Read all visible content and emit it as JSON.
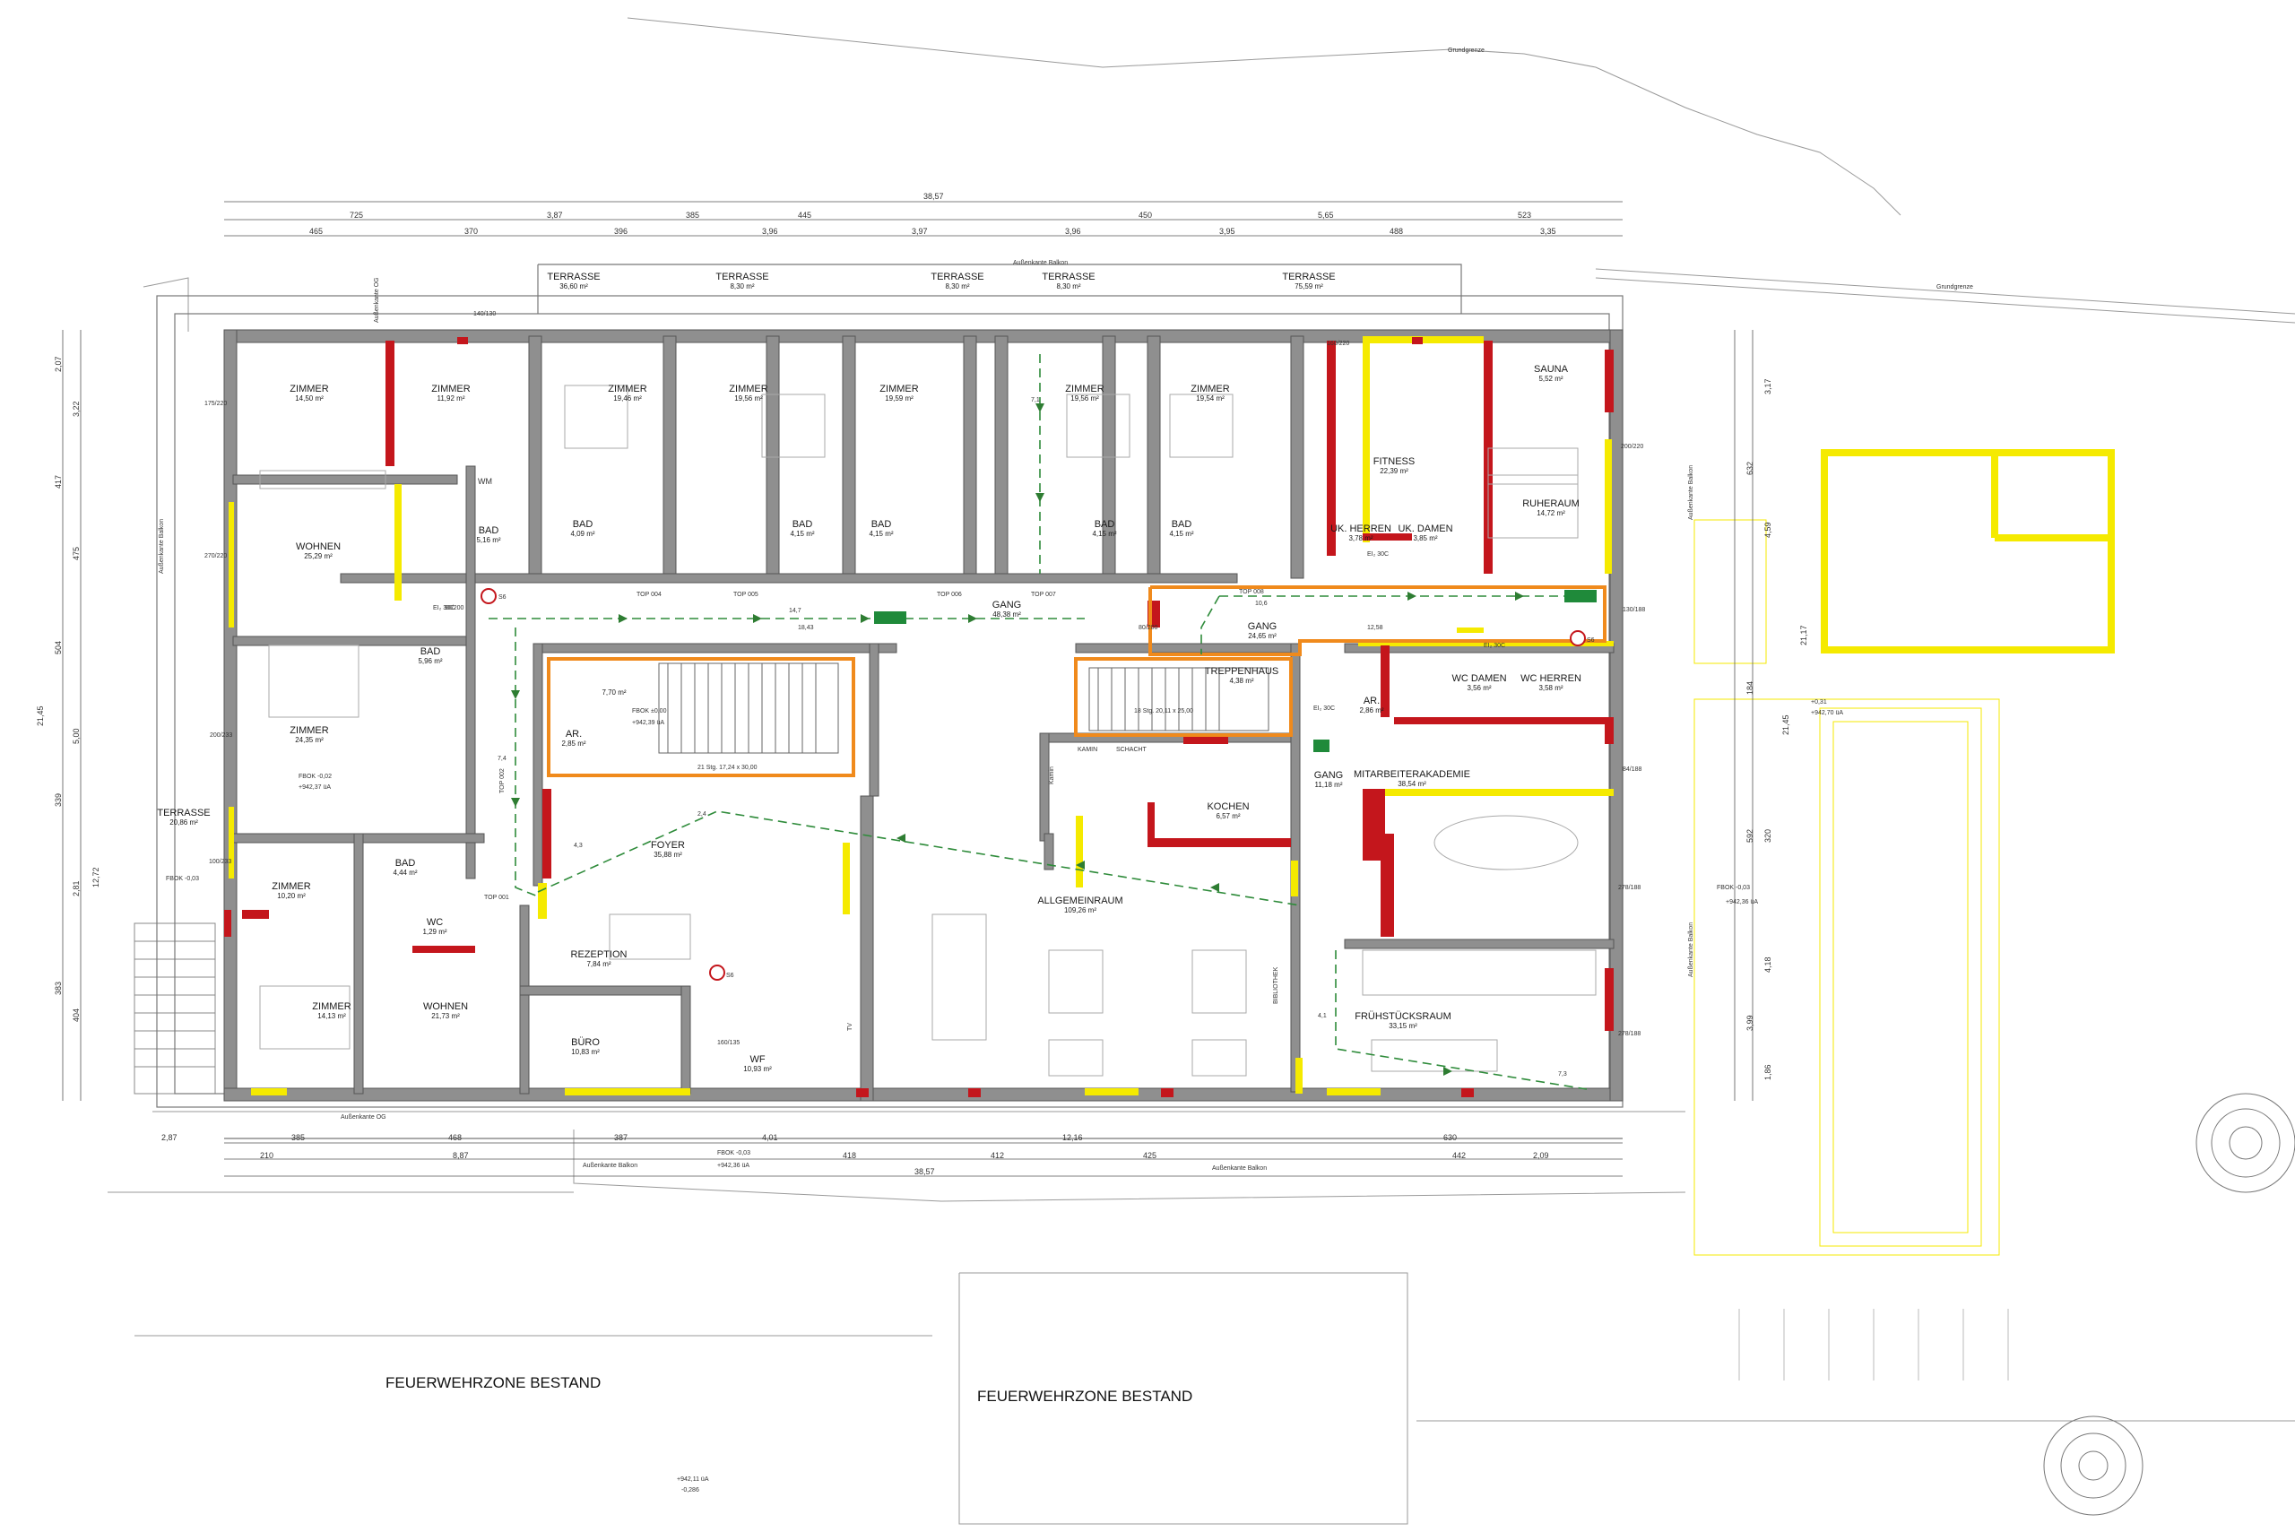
{
  "colors": {
    "wall": "#8f8f8f",
    "fire_wall_yellow": "#f5ea00",
    "fire_door_red": "#c4161c",
    "escape_route_green": "#2e8b3a",
    "fire_compartment_orange": "#f08a1c"
  },
  "labels": {
    "grundgrenze_top": "Grundgrenze",
    "grundgrenze_right": "Grundgrenze",
    "aussenkante_balkon_top": "Außenkante Balkon",
    "aussenkante_og_top": "Außenkante OG",
    "aussenkante_og_bottom": "Außenkante OG",
    "aussenkante_balkon_bottom": "Außenkante Balkon",
    "aussenkante_balkon_left": "Außenkante Balkon",
    "aussenkante_balkon_right": "Außenkante Balkon",
    "zone_left": "FEUERWEHRZONE BESTAND",
    "zone_right": "FEUERWEHRZONE BESTAND",
    "fbok_left": "FBOK -0,03",
    "fbok_right": "FBOK -0,03",
    "fbok_right_val": "+942,36 üA",
    "fbok_bottom": "FBOK -0,03",
    "fbok_bottom_val": "+942,36 üA",
    "fbok_zimmer": "FBOK -0,02",
    "fbok_zimmer_val": "+942,37 üA",
    "fbok_center": "FBOK ±0,00",
    "fbok_center_val": "+942,39 üA",
    "right_level": "+0,31",
    "right_level_val": "+942,70 üA",
    "bottom_level": "+942,11 üA",
    "bottom_level_val": "-0,286"
  },
  "dims_top": {
    "total": "38,57",
    "row1": [
      "725",
      "3,87",
      "385",
      "445",
      "450",
      "5,65",
      "523"
    ],
    "row2": [
      "465",
      "370",
      "396",
      "3,96",
      "3,97",
      "3,96",
      "3,95",
      "488",
      "3,35"
    ]
  },
  "dims_bottom": {
    "row1": [
      "2,87",
      "385",
      "468",
      "387",
      "4,01",
      "12,16",
      "630"
    ],
    "row2": [
      "210",
      "8,87",
      "418",
      "412",
      "425",
      "442",
      "2,09"
    ],
    "total": "38,57"
  },
  "dims_left": [
    "2,07",
    "3,22",
    "417",
    "475",
    "504",
    "5,00",
    "339",
    "2,81",
    "12,72",
    "383",
    "404",
    "21,45"
  ],
  "dims_right": [
    "3,17",
    "632",
    "4,59",
    "21,45",
    "21,17",
    "184",
    "592",
    "320",
    "4,18",
    "3,99",
    "1,86"
  ],
  "rooms": [
    {
      "id": "zimmer-1",
      "name": "ZIMMER",
      "area": "14,50 m²"
    },
    {
      "id": "zimmer-2",
      "name": "ZIMMER",
      "area": "11,92 m²"
    },
    {
      "id": "wohnen-1",
      "name": "WOHNEN",
      "area": "25,29 m²"
    },
    {
      "id": "bad-1",
      "name": "BAD",
      "area": "5,16 m²"
    },
    {
      "id": "bad-2",
      "name": "BAD",
      "area": "5,96 m²"
    },
    {
      "id": "zimmer-3",
      "name": "ZIMMER",
      "area": "24,35 m²"
    },
    {
      "id": "terrasse-left",
      "name": "TERRASSE",
      "area": "20,86 m²"
    },
    {
      "id": "zimmer-4",
      "name": "ZIMMER",
      "area": "10,20 m²"
    },
    {
      "id": "bad-3",
      "name": "BAD",
      "area": "4,44 m²"
    },
    {
      "id": "wc-1",
      "name": "WC",
      "area": "1,29 m²"
    },
    {
      "id": "zimmer-5",
      "name": "ZIMMER",
      "area": "14,13 m²"
    },
    {
      "id": "wohnen-2",
      "name": "WOHNEN",
      "area": "21,73 m²"
    },
    {
      "id": "terrasse-1",
      "name": "TERRASSE",
      "area": "36,60 m²"
    },
    {
      "id": "terrasse-2",
      "name": "TERRASSE",
      "area": "8,30 m²"
    },
    {
      "id": "terrasse-3",
      "name": "TERRASSE",
      "area": "8,30 m²"
    },
    {
      "id": "terrasse-4",
      "name": "TERRASSE",
      "area": "8,30 m²"
    },
    {
      "id": "terrasse-5",
      "name": "TERRASSE",
      "area": "75,59 m²"
    },
    {
      "id": "zimmer-6",
      "name": "ZIMMER",
      "area": "19,46 m²"
    },
    {
      "id": "zimmer-7",
      "name": "ZIMMER",
      "area": "19,56 m²"
    },
    {
      "id": "zimmer-8",
      "name": "ZIMMER",
      "area": "19,59 m²"
    },
    {
      "id": "zimmer-9",
      "name": "ZIMMER",
      "area": "19,56 m²"
    },
    {
      "id": "zimmer-10",
      "name": "ZIMMER",
      "area": "19,54 m²"
    },
    {
      "id": "bad-4",
      "name": "BAD",
      "area": "4,09 m²"
    },
    {
      "id": "bad-5",
      "name": "BAD",
      "area": "4,15 m²"
    },
    {
      "id": "bad-6",
      "name": "BAD",
      "area": "4,15 m²"
    },
    {
      "id": "bad-7",
      "name": "BAD",
      "area": "4,15 m²"
    },
    {
      "id": "bad-8",
      "name": "BAD",
      "area": "4,15 m²"
    },
    {
      "id": "gang-1",
      "name": "GANG",
      "area": "48,38 m²"
    },
    {
      "id": "fitness",
      "name": "FITNESS",
      "area": "22,39 m²"
    },
    {
      "id": "sauna",
      "name": "SAUNA",
      "area": "5,52 m²"
    },
    {
      "id": "ruheraum",
      "name": "RUHERAUM",
      "area": "14,72 m²"
    },
    {
      "id": "uk-herren",
      "name": "UK. HERREN",
      "area": "3,78 m²"
    },
    {
      "id": "uk-damen",
      "name": "UK. DAMEN",
      "area": "3,85 m²"
    },
    {
      "id": "gang-2",
      "name": "GANG",
      "area": "24,65 m²"
    },
    {
      "id": "treppenhaus",
      "name": "TREPPENHAUS",
      "area": "4,38 m²"
    },
    {
      "id": "ar-1",
      "name": "AR.",
      "area": "2,85 m²"
    },
    {
      "id": "ar-2",
      "name": "AR.",
      "area": "2,86 m²"
    },
    {
      "id": "wc-damen",
      "name": "WC DAMEN",
      "area": "3,56 m²"
    },
    {
      "id": "wc-herren",
      "name": "WC HERREN",
      "area": "3,58 m²"
    },
    {
      "id": "gang-3",
      "name": "GANG",
      "area": "11,18 m²"
    },
    {
      "id": "mitarbeiterakademie",
      "name": "MITARBEITERAKADEMIE",
      "area": "38,54 m²"
    },
    {
      "id": "kochen",
      "name": "KOCHEN",
      "area": "6,57 m²"
    },
    {
      "id": "foyer",
      "name": "FOYER",
      "area": "35,88 m²"
    },
    {
      "id": "allgemeinraum",
      "name": "ALLGEMEINRAUM",
      "area": "109,26 m²"
    },
    {
      "id": "rezeption",
      "name": "REZEPTION",
      "area": "7,84 m²"
    },
    {
      "id": "buero",
      "name": "BÜRO",
      "area": "10,83 m²"
    },
    {
      "id": "wf",
      "name": "WF",
      "area": "10,93 m²"
    },
    {
      "id": "fruehstuecksraum",
      "name": "FRÜHSTÜCKSRAUM",
      "area": "33,15 m²"
    },
    {
      "id": "store",
      "name": "",
      "area": "7,70 m²"
    }
  ],
  "small_labels": {
    "kamin": "Kamin",
    "schacht": "SCHACHT",
    "kamin2": "KAMIN",
    "bibliothek": "BIBLIOTHEK",
    "tv": "TV",
    "stair1": "21 Stg. 17,24 x 30,00",
    "stair2": "18 Stg. 20,11 x 25,00",
    "wm": "WM",
    "top001": "TOP 001",
    "top002": "TOP 002",
    "top004": "TOP 004",
    "top005": "TOP 005",
    "top006": "TOP 006",
    "top007": "TOP 007",
    "top008": "TOP 008",
    "s6_a": "S6",
    "s6_b": "S6",
    "s6_c": "S6",
    "len_14_7": "14,7",
    "len_18_43": "18,43",
    "len_10_6": "10,6",
    "len_12_58": "12,58",
    "len_7_1": "7,1",
    "len_7_4": "7,4",
    "len_4_3": "4,3",
    "len_2_4": "2,4",
    "len_4_1": "4,1",
    "len_7_3": "7,3",
    "door_90_200": "90/200",
    "door_80_200": "80/200",
    "door_100_233": "100/233",
    "door_270_220": "270/220",
    "door_175_220": "175/220",
    "door_200_233": "200/233",
    "door_160_135": "160/135",
    "door_278_188": "278/188",
    "door_130_188": "130/188",
    "door_84_188": "84/188",
    "door_140_130": "140/130",
    "door_200_220": "200/220",
    "door_160_220": "160/220",
    "ei30c": "EI₂ 30C"
  }
}
